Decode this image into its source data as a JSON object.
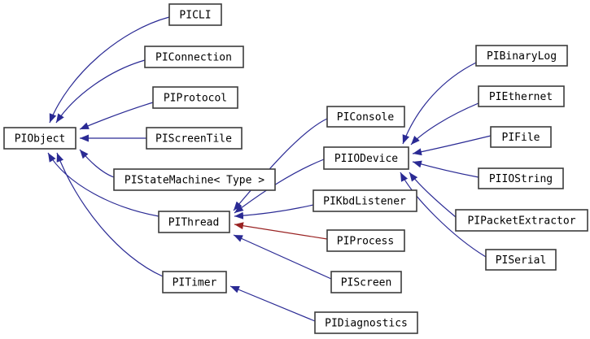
{
  "diagram": {
    "type": "class-inheritance-graph",
    "colors": {
      "edge_public_inheritance": "#2a2a94",
      "edge_private_inheritance": "#992222",
      "node_border": "#3c3c3c",
      "node_fill": "#ffffff",
      "node_text": "#000000",
      "background": "#ffffff"
    },
    "nodes": [
      {
        "id": "piobject",
        "label": "PIObject"
      },
      {
        "id": "picli",
        "label": "PICLI"
      },
      {
        "id": "piconnection",
        "label": "PIConnection"
      },
      {
        "id": "piprotocol",
        "label": "PIProtocol"
      },
      {
        "id": "piscreentile",
        "label": "PIScreenTile"
      },
      {
        "id": "pistatemachine",
        "label": "PIStateMachine< Type >"
      },
      {
        "id": "pithread",
        "label": "PIThread"
      },
      {
        "id": "piconsole",
        "label": "PIConsole"
      },
      {
        "id": "piiodevice",
        "label": "PIIODevice"
      },
      {
        "id": "pikbdlistener",
        "label": "PIKbdListener"
      },
      {
        "id": "piprocess",
        "label": "PIProcess"
      },
      {
        "id": "piscreen",
        "label": "PIScreen"
      },
      {
        "id": "pitimer",
        "label": "PITimer"
      },
      {
        "id": "pidiagnostics",
        "label": "PIDiagnostics"
      },
      {
        "id": "pibinarylog",
        "label": "PIBinaryLog"
      },
      {
        "id": "piethernet",
        "label": "PIEthernet"
      },
      {
        "id": "pifile",
        "label": "PIFile"
      },
      {
        "id": "piiostring",
        "label": "PIIOString"
      },
      {
        "id": "pipacketextractor",
        "label": "PIPacketExtractor"
      },
      {
        "id": "piserial",
        "label": "PISerial"
      }
    ],
    "edges": [
      {
        "from": "PICLI",
        "to": "PIObject",
        "relation": "public-inheritance"
      },
      {
        "from": "PIConnection",
        "to": "PIObject",
        "relation": "public-inheritance"
      },
      {
        "from": "PIProtocol",
        "to": "PIObject",
        "relation": "public-inheritance"
      },
      {
        "from": "PIScreenTile",
        "to": "PIObject",
        "relation": "public-inheritance"
      },
      {
        "from": "PIStateMachine< Type >",
        "to": "PIObject",
        "relation": "public-inheritance"
      },
      {
        "from": "PIThread",
        "to": "PIObject",
        "relation": "public-inheritance"
      },
      {
        "from": "PITimer",
        "to": "PIObject",
        "relation": "public-inheritance"
      },
      {
        "from": "PIConsole",
        "to": "PIThread",
        "relation": "public-inheritance"
      },
      {
        "from": "PIIODevice",
        "to": "PIThread",
        "relation": "public-inheritance"
      },
      {
        "from": "PIKbdListener",
        "to": "PIThread",
        "relation": "public-inheritance"
      },
      {
        "from": "PIProcess",
        "to": "PIThread",
        "relation": "private-inheritance"
      },
      {
        "from": "PIScreen",
        "to": "PIThread",
        "relation": "public-inheritance"
      },
      {
        "from": "PIBinaryLog",
        "to": "PIIODevice",
        "relation": "public-inheritance"
      },
      {
        "from": "PIEthernet",
        "to": "PIIODevice",
        "relation": "public-inheritance"
      },
      {
        "from": "PIFile",
        "to": "PIIODevice",
        "relation": "public-inheritance"
      },
      {
        "from": "PIIOString",
        "to": "PIIODevice",
        "relation": "public-inheritance"
      },
      {
        "from": "PIPacketExtractor",
        "to": "PIIODevice",
        "relation": "public-inheritance"
      },
      {
        "from": "PISerial",
        "to": "PIIODevice",
        "relation": "public-inheritance"
      },
      {
        "from": "PIDiagnostics",
        "to": "PITimer",
        "relation": "public-inheritance"
      }
    ]
  }
}
